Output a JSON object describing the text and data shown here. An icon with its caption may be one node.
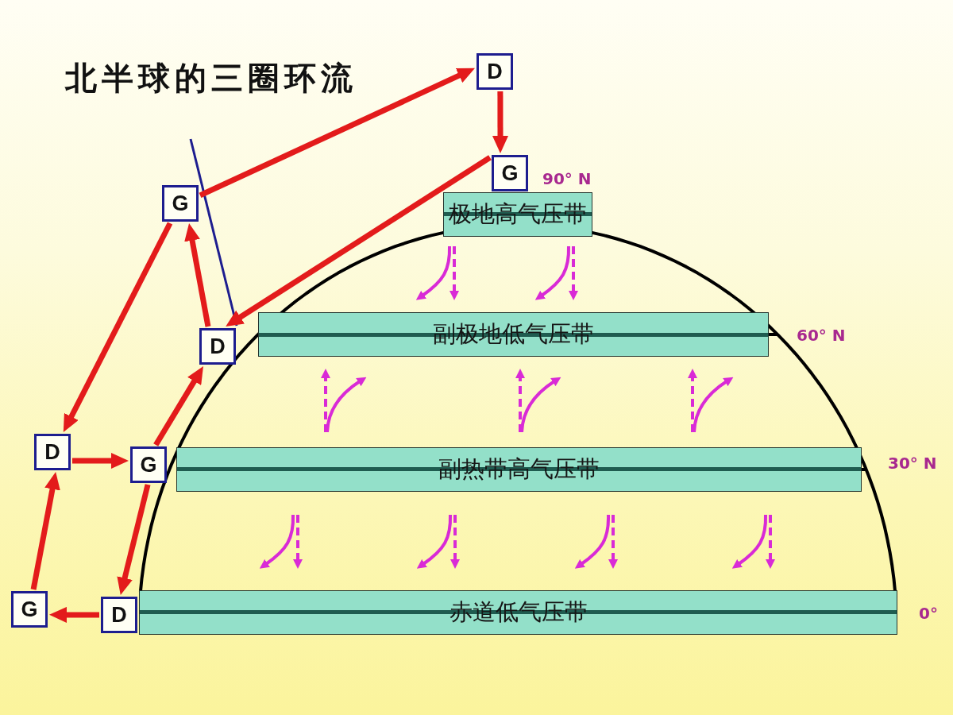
{
  "diagram": {
    "title": "北半球的三圈环流",
    "nodes": [
      {
        "text": [
          "D"
        ]
      },
      {
        "text": [
          "G"
        ]
      },
      {
        "text": [
          "G"
        ]
      },
      {
        "text": [
          "极地高气压带"
        ]
      },
      {
        "text": [
          "副极地低气压带"
        ]
      },
      {
        "text": [
          "D"
        ]
      },
      {
        "text": [
          "D"
        ]
      },
      {
        "text": [
          "G"
        ]
      },
      {
        "text": [
          "副热带高气压带"
        ]
      },
      {
        "text": [
          "G"
        ]
      },
      {
        "text": [
          "D"
        ]
      },
      {
        "text": [
          "赤道低气压带"
        ]
      }
    ],
    "edges": [
      {
        "from": 2,
        "to": 0,
        "arrow": "to"
      },
      {
        "from": 0,
        "to": 1,
        "arrow": "to"
      },
      {
        "from": 1,
        "to": 5,
        "arrow": "to"
      },
      {
        "from": 5,
        "to": 2,
        "arrow": "to"
      },
      {
        "from": 2,
        "to": 6,
        "arrow": "to"
      },
      {
        "from": 6,
        "to": 7,
        "arrow": "to"
      },
      {
        "from": 7,
        "to": 5,
        "arrow": "to"
      },
      {
        "from": 7,
        "to": 10,
        "arrow": "to"
      },
      {
        "from": 10,
        "to": 9,
        "arrow": "to"
      },
      {
        "from": 9,
        "to": 6,
        "arrow": "to"
      }
    ],
    "labels": [
      "90° N",
      "60° N",
      "30° N",
      "0°"
    ]
  }
}
